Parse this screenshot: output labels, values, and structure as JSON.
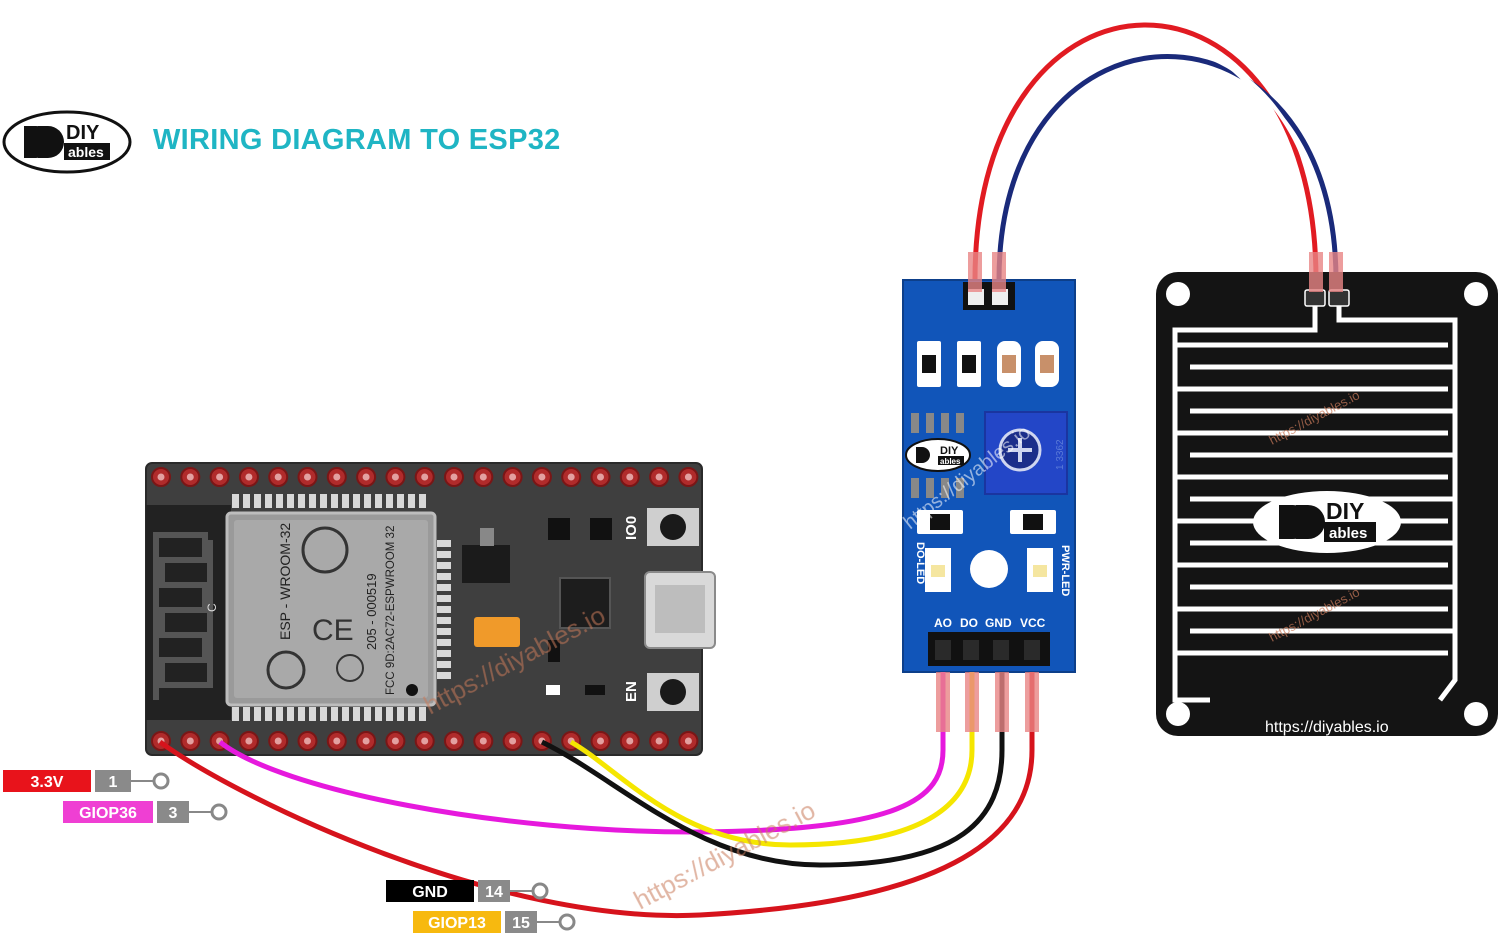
{
  "header": {
    "title": "WIRING DIAGRAM TO ESP32",
    "logo": {
      "text_top": "DIY",
      "text_bottom": "ables"
    }
  },
  "esp32": {
    "module_label": "ESP - WROOM-32",
    "module_code": "205 - 000519",
    "fcc": "FCC 9D:2AC72-ESPWROOM 32",
    "button_top": "IO0",
    "button_bottom": "EN",
    "c_mark": "C"
  },
  "module": {
    "pins": [
      "AO",
      "DO",
      "GND",
      "VCC"
    ],
    "do_led": "DO-LED",
    "pwr_led": "PWR-LED",
    "pot_code": "1 3362",
    "logo": {
      "text_top": "DIY",
      "text_bottom": "ables"
    }
  },
  "sensor": {
    "url": "https://diyables.io",
    "logo": {
      "text_top": "DIY",
      "text_bottom": "ables"
    }
  },
  "watermark": "https://diyables.io",
  "pin_labels": [
    {
      "name": "3.3V",
      "number": "1",
      "color": "#e8131b",
      "text_color": "#ffffff"
    },
    {
      "name": "GIOP36",
      "number": "3",
      "color": "#ef3fd3",
      "text_color": "#ffffff"
    },
    {
      "name": "GND",
      "number": "14",
      "color": "#000000",
      "text_color": "#ffffff"
    },
    {
      "name": "GIOP13",
      "number": "15",
      "color": "#f7b90f",
      "text_color": "#ffffff"
    }
  ],
  "wire_colors": {
    "ao": "#e619dd",
    "do": "#f5e600",
    "gnd": "#111111",
    "vcc": "#d6131c",
    "sensor_red": "#e11b22",
    "sensor_blue": "#1a2a7a"
  }
}
